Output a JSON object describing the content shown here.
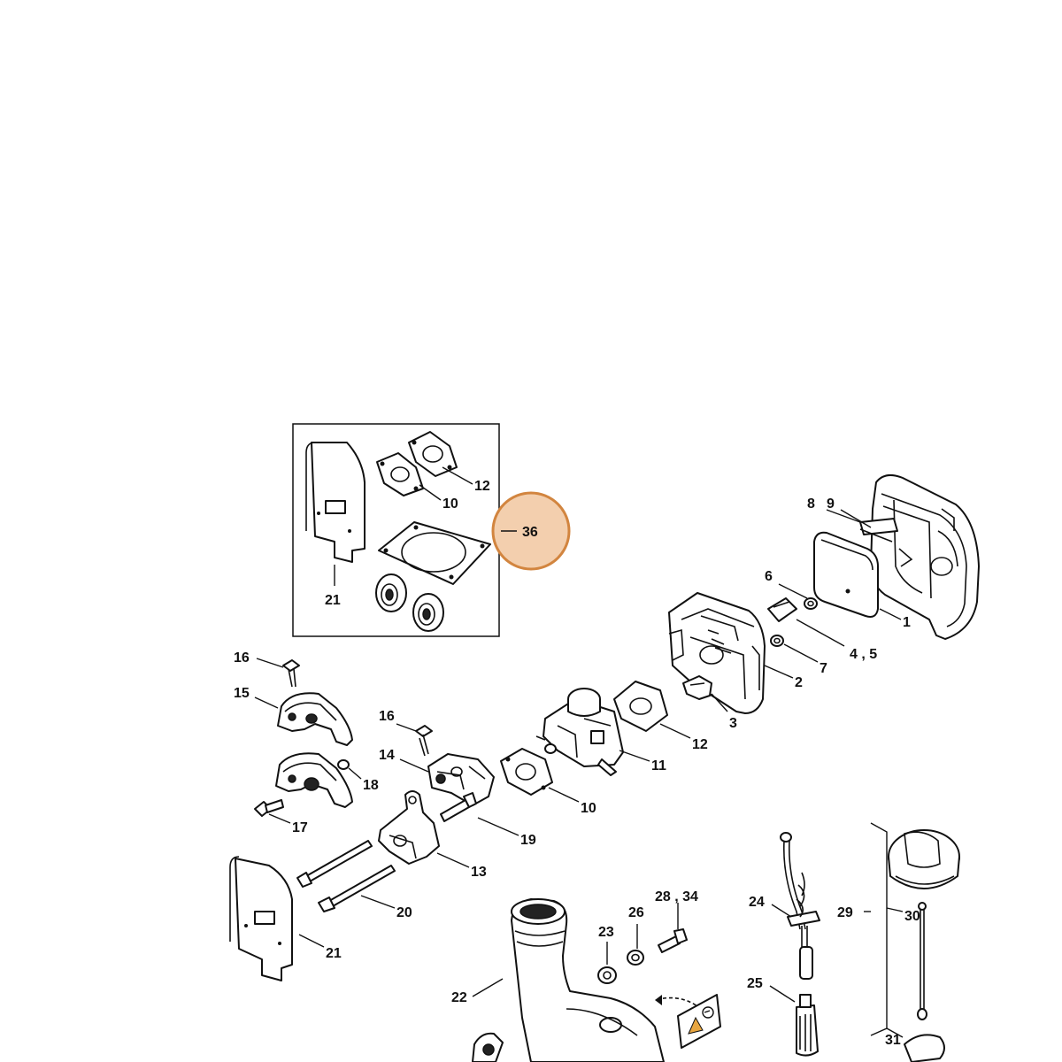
{
  "highlight": {
    "label": "36",
    "fill": "#f3cfae",
    "stroke": "#d2853f"
  },
  "callouts": {
    "c1": "1",
    "c2": "2",
    "c3": "3",
    "c45": "4 , 5",
    "c6": "6",
    "c7": "7",
    "c8": "8",
    "c9": "9",
    "c10a": "10",
    "c10b": "10",
    "c11": "11",
    "c12a": "12",
    "c12b": "12",
    "c13": "13",
    "c14": "14",
    "c15": "15",
    "c16a": "16",
    "c16b": "16",
    "c17": "17",
    "c18": "18",
    "c19": "19",
    "c20": "20",
    "c21a": "21",
    "c21b": "21",
    "c22": "22",
    "c23": "23",
    "c24": "24",
    "c25": "25",
    "c26": "26",
    "c2834": "28 , 34",
    "c29": "29",
    "c30": "30",
    "c31": "31"
  },
  "icons": {
    "warning": "warning-triangle-icon",
    "rotation": "rotation-arrow-icon"
  }
}
